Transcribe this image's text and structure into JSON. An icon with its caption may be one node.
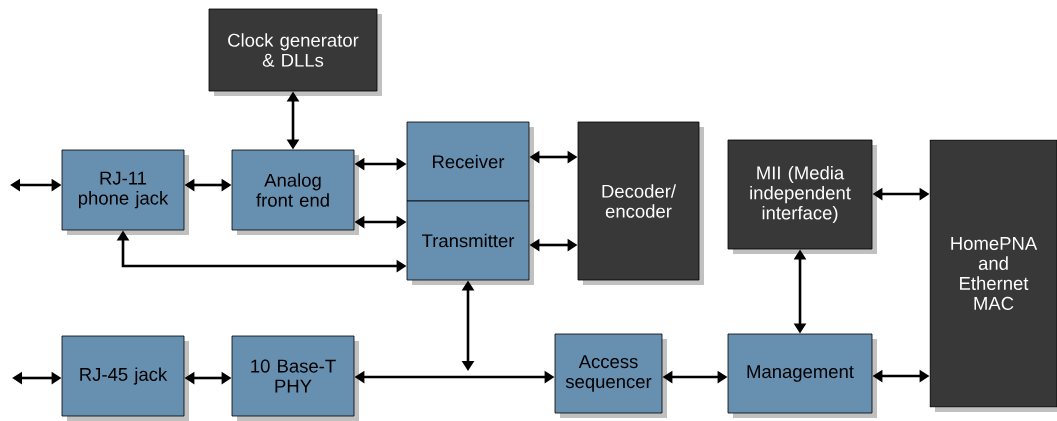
{
  "diagram": {
    "nodes": [
      {
        "text": [
          "Clock generator & DLLs"
        ]
      },
      {
        "text": [
          "RJ-11 phone jack"
        ]
      },
      {
        "text": [
          "Analog front end"
        ]
      },
      {
        "text": [
          "Receiver"
        ]
      },
      {
        "text": [
          "Transmitter"
        ]
      },
      {
        "text": [
          "Decoder/ encoder"
        ]
      },
      {
        "text": [
          "MII (Media independent interface)"
        ]
      },
      {
        "text": [
          "HomePNA and Ethernet MAC"
        ]
      },
      {
        "text": [
          "RJ-45 jack"
        ]
      },
      {
        "text": [
          "10 Base-T PHY"
        ]
      },
      {
        "text": [
          "Access sequencer"
        ]
      },
      {
        "text": [
          "Management"
        ]
      }
    ],
    "edges": [
      {
        "from": null,
        "to": 1,
        "arrow": "both"
      },
      {
        "from": 1,
        "to": 2,
        "arrow": "both"
      },
      {
        "from": 0,
        "to": 2,
        "arrow": "both"
      },
      {
        "from": 2,
        "to": 3,
        "arrow": "both"
      },
      {
        "from": 2,
        "to": 4,
        "arrow": "both"
      },
      {
        "from": 1,
        "to": 4,
        "arrow": "both"
      },
      {
        "from": 3,
        "to": 5,
        "arrow": "both"
      },
      {
        "from": 4,
        "to": 5,
        "arrow": "both"
      },
      {
        "from": 6,
        "to": 7,
        "arrow": "both"
      },
      {
        "from": null,
        "to": 8,
        "arrow": "both"
      },
      {
        "from": 8,
        "to": 9,
        "arrow": "both"
      },
      {
        "from": 9,
        "to": 10,
        "arrow": "both"
      },
      {
        "from": 4,
        "to": null,
        "arrow": "both"
      },
      {
        "from": 10,
        "to": 11,
        "arrow": "both"
      },
      {
        "from": 11,
        "to": 7,
        "arrow": "both"
      },
      {
        "from": 6,
        "to": 11,
        "arrow": "both"
      }
    ]
  }
}
